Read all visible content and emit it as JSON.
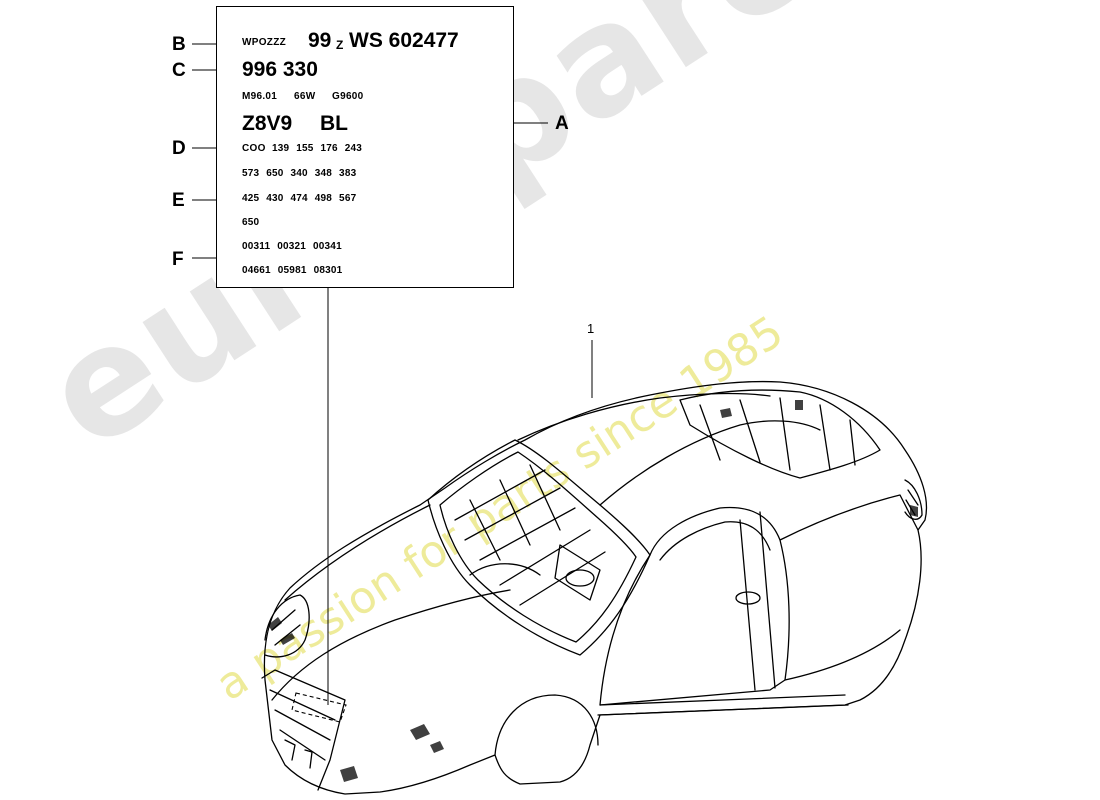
{
  "watermark": {
    "logo": "eurospares",
    "tagline": "a passion for parts since 1985"
  },
  "callouts": {
    "a": "A",
    "b": "B",
    "c": "C",
    "d": "D",
    "e": "E",
    "f": "F",
    "part_1": "1"
  },
  "id_label": {
    "vin_prefix": "WPOZZZ",
    "vin_model": "99",
    "vin_z": "Z",
    "vin_serial": "WS 602477",
    "type_number": "996 330",
    "engine_gear": [
      "M96.01",
      "66W",
      "G9600"
    ],
    "paint_code": "Z8V9",
    "interior_code": "BL",
    "country_code": "COO",
    "options_rows": [
      "139 155 176 243",
      "573 650 340 348 383",
      "425 430 474 498 567",
      "650"
    ],
    "extra_rows": [
      "00311 00321 00341",
      "04661 05981 08301"
    ]
  },
  "colors": {
    "line": "#000000",
    "watermark_grey": "#d2d2d2",
    "watermark_yellow": "#e8e478"
  }
}
